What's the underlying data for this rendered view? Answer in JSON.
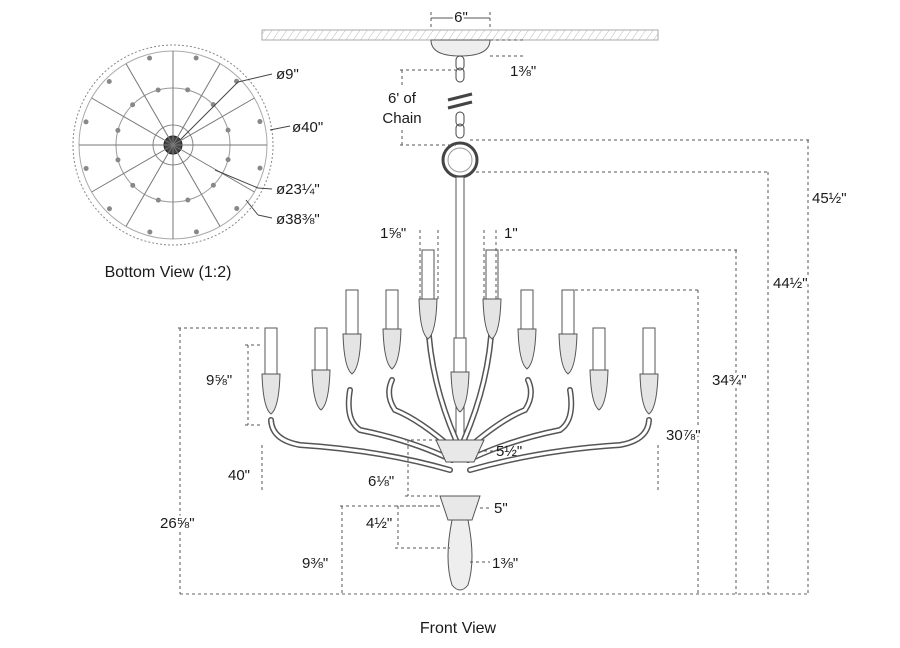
{
  "bottom_view": {
    "caption": "Bottom View (1:2)",
    "dims": {
      "d9": "ø9\"",
      "d40": "ø40\"",
      "d23": "ø23¼\"",
      "d38": "ø38⅜\""
    }
  },
  "front_view": {
    "caption": "Front View",
    "chain_label_line1": "6' of",
    "chain_label_line2": "Chain",
    "dims": {
      "canopy_width": "6\"",
      "canopy_height": "1⅜\"",
      "socket_a": "1⅝\"",
      "socket_b": "1\"",
      "overall": "45½\"",
      "to_loop": "44½\"",
      "top_tier": "34¾\"",
      "mid_tier": "30⅞\"",
      "candle": "9⅝\"",
      "width": "40\"",
      "bobeche_upper_dia": "5½\"",
      "upper_gap": "6⅛\"",
      "lower_gap": "4½\"",
      "bobeche_lower_dia": "5\"",
      "finial": "1⅜\"",
      "finial_height": "9⅜\"",
      "lower_tier": "26⅝\""
    }
  }
}
